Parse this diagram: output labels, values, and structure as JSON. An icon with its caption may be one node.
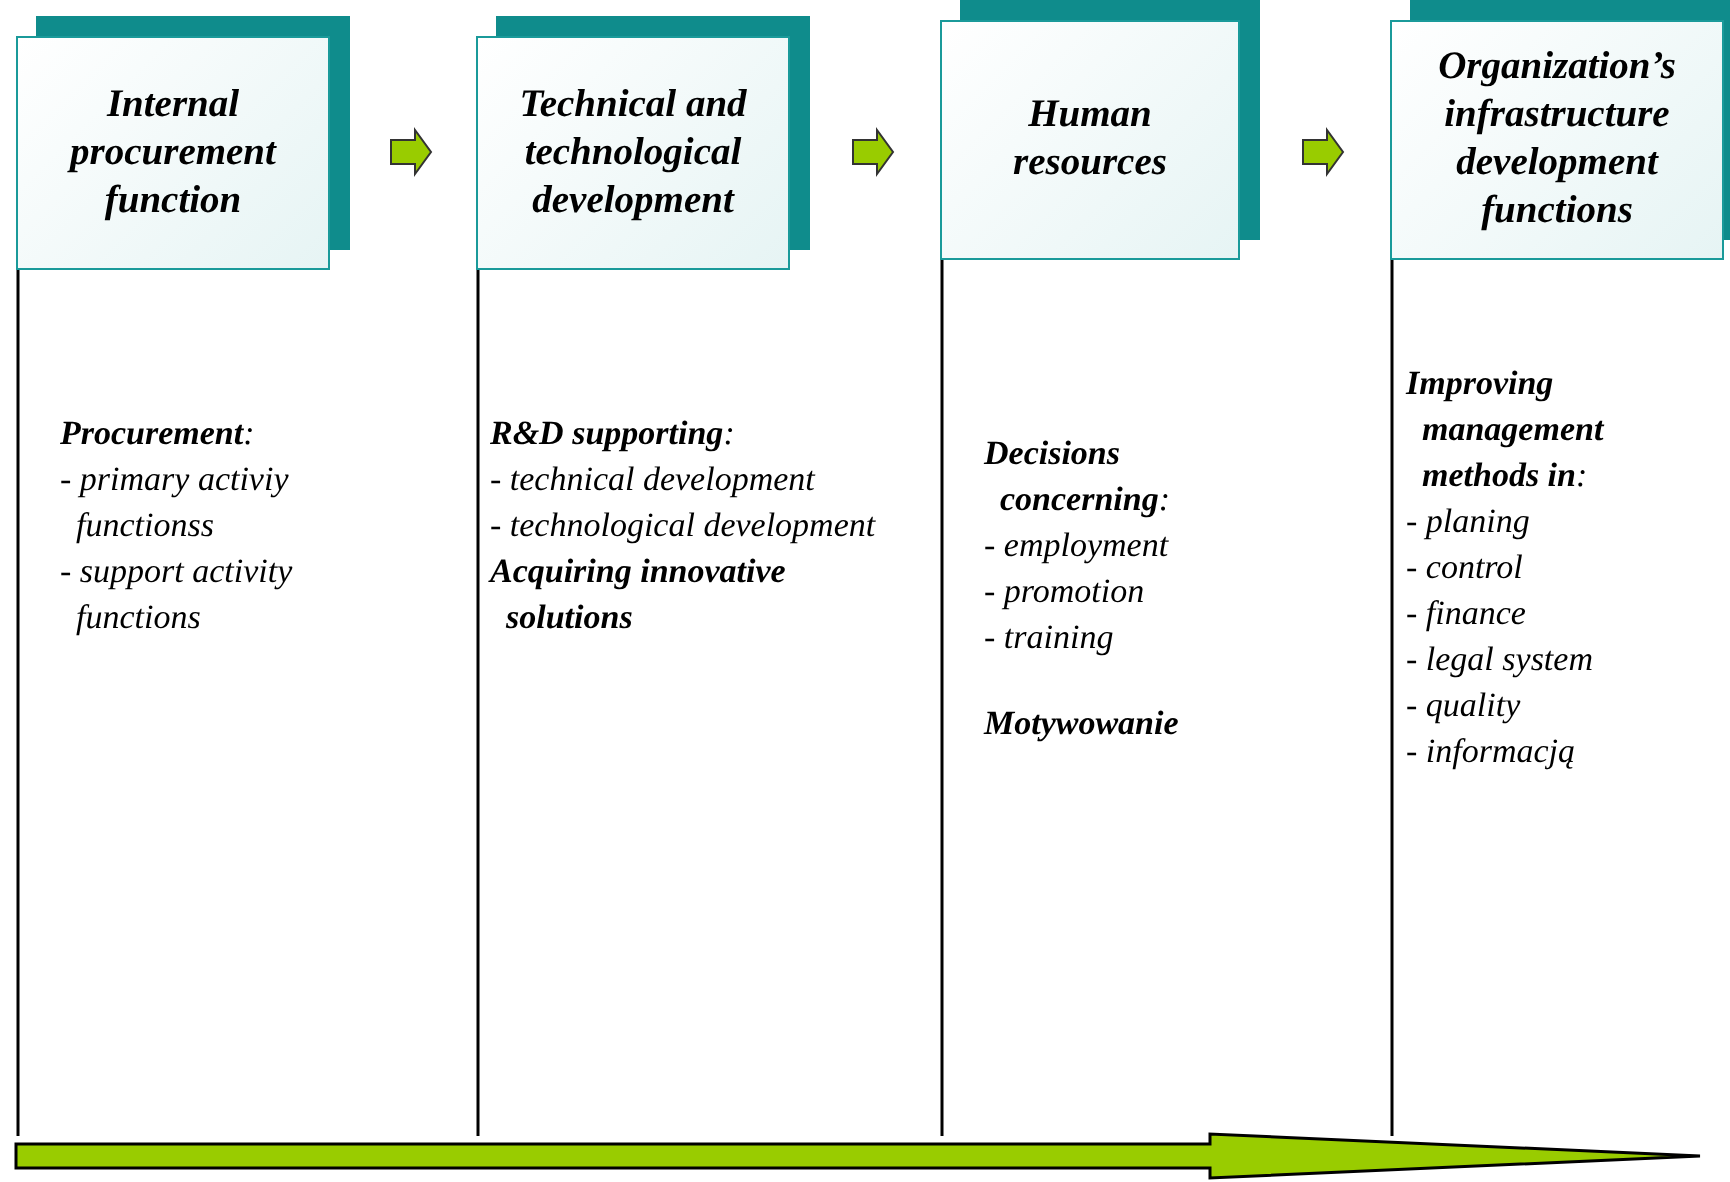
{
  "diagram": {
    "nodes": [
      {
        "text": [
          "Internal procurement function"
        ],
        "beside": [
          "**Procurement**:",
          "- primary activiy functionss",
          "- support activity functions"
        ]
      },
      {
        "text": [
          "Technical and technological development"
        ],
        "beside": [
          "**R&D supporting**:",
          "- technical development",
          "- technological development",
          "Acquiring innovative solutions"
        ]
      },
      {
        "text": [
          "Human resources"
        ],
        "beside": [
          "**Decisions concerning**:",
          "- employment",
          "- promotion",
          "- training",
          "Motywowanie"
        ]
      },
      {
        "text": [
          "Organization’s infrastructure development functions"
        ],
        "beside": [
          "**Improving management methods in**:",
          "- planing",
          "- control",
          "- finance",
          "- legal system",
          "- quality",
          "- informacją"
        ]
      }
    ],
    "edges": [
      {
        "from": 0,
        "to": 1,
        "arrow": "to"
      },
      {
        "from": 1,
        "to": 2,
        "arrow": "to"
      },
      {
        "from": 2,
        "to": 3,
        "arrow": "to"
      }
    ]
  }
}
